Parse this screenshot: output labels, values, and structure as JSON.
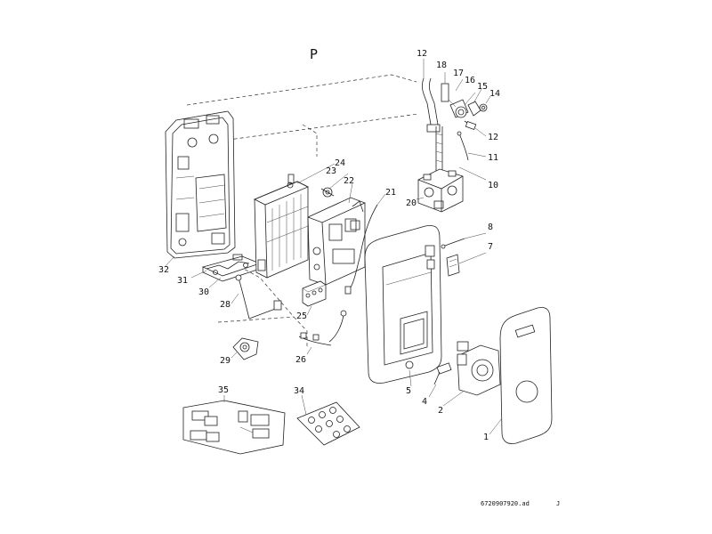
{
  "diagram": {
    "title": "P",
    "reference_code": "6720907920.ad",
    "reference_suffix": "J",
    "part_labels": [
      "1",
      "2",
      "4",
      "5",
      "7",
      "8",
      "10",
      "11",
      "12",
      "12",
      "14",
      "15",
      "16",
      "17",
      "18",
      "20",
      "21",
      "22",
      "23",
      "24",
      "25",
      "26",
      "28",
      "29",
      "30",
      "31",
      "32",
      "34",
      "35"
    ]
  }
}
